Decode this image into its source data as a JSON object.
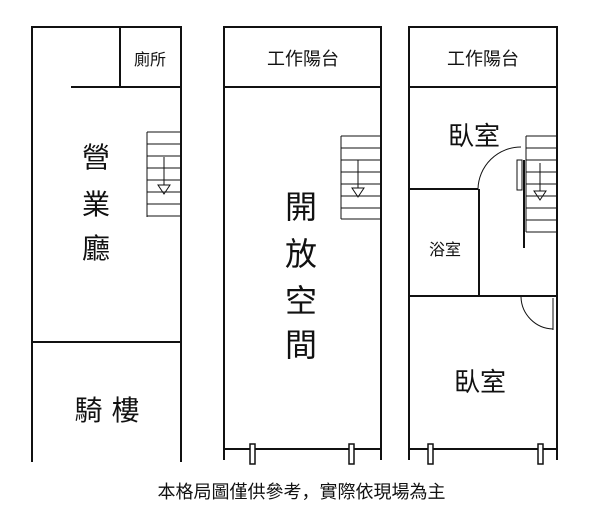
{
  "plan": {
    "floor1": {
      "toilet": "廁所",
      "business_hall": [
        "營",
        "業",
        "廳"
      ],
      "arcade": "騎 樓"
    },
    "floor2": {
      "balcony": "工作陽台",
      "open_space": [
        "開",
        "放",
        "空",
        "間"
      ]
    },
    "floor3": {
      "balcony": "工作陽台",
      "bedroom_top": "臥室",
      "bathroom": "浴室",
      "bedroom_bottom": "臥室"
    }
  },
  "caption": "本格局圖僅供參考，實際依現場為主"
}
